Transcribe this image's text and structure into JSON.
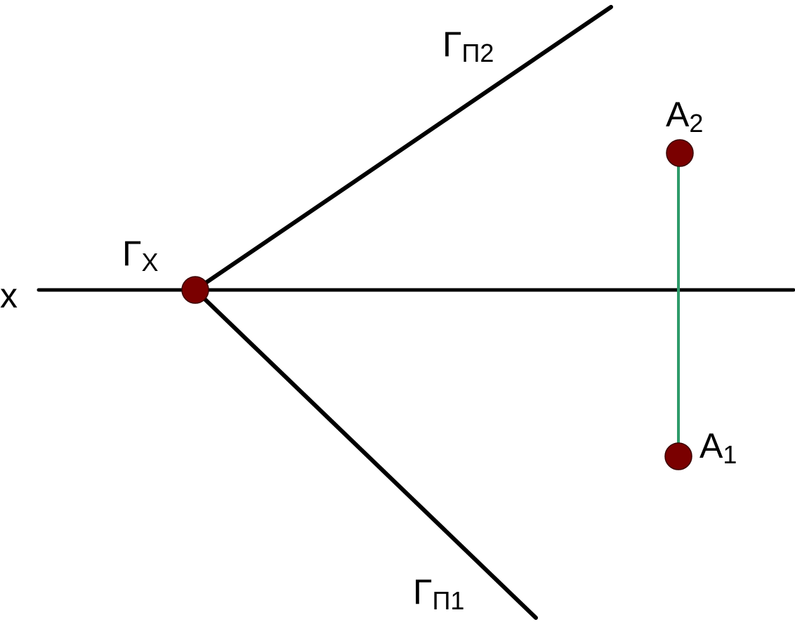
{
  "colors": {
    "background": "#ffffff",
    "line": "#000000",
    "projection_link": "#2e9b6a",
    "point_fill": "#7a0000",
    "point_stroke": "#3a0000"
  },
  "labels": {
    "axis": "x",
    "trace_x": {
      "main": "Γ",
      "sub": "X"
    },
    "trace_p2": {
      "main": "Γ",
      "sub": "П2"
    },
    "trace_p1": {
      "main": "Γ",
      "sub": "П1"
    },
    "point_a2": {
      "main": "A",
      "sub": "2"
    },
    "point_a1": {
      "main": "A",
      "sub": "1"
    }
  }
}
